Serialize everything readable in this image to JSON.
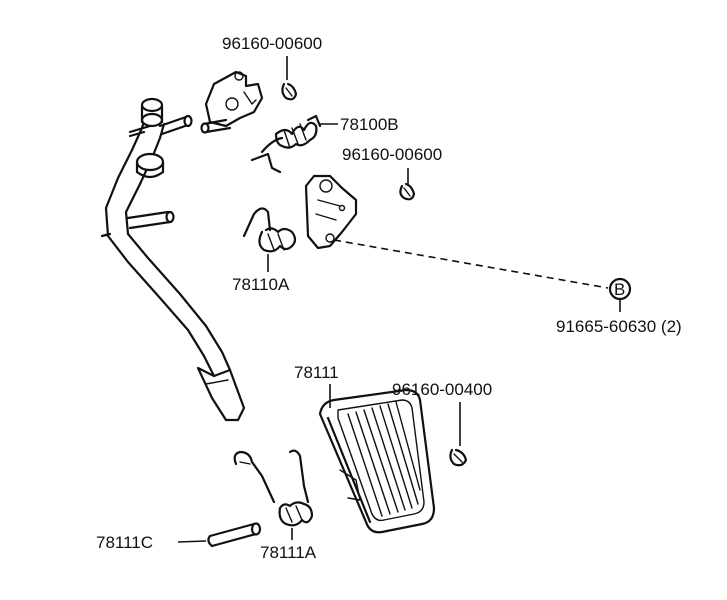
{
  "labels": {
    "clip_top": "96160-00600",
    "spring_78100b": "78100B",
    "clip_mid": "96160-00600",
    "spring_78110a": "78110A",
    "ref_b_letter": "B",
    "bolt": "91665-60630 (2)",
    "pad": "78111",
    "clip_pad": "96160-00400",
    "pin": "78111C",
    "spring_78111a": "78111A"
  }
}
